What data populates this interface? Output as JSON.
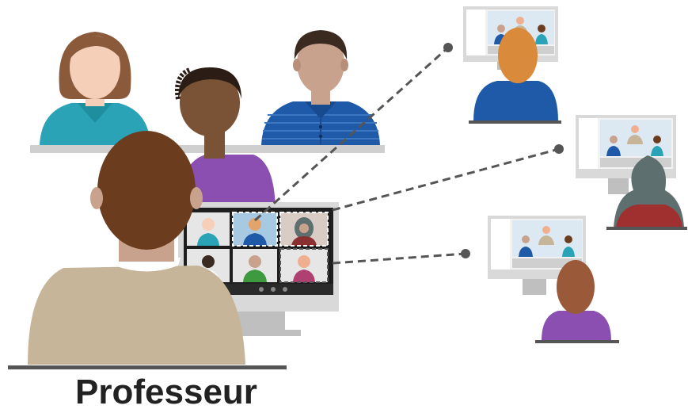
{
  "caption": "Professeur",
  "colors": {
    "skin_light": "#f5cfb8",
    "skin_medium": "#c9a28e",
    "skin_dark": "#7a5236",
    "hair_brown": "#6b3d1e",
    "hair_dark": "#3a2a20",
    "hair_orange": "#d98a3a",
    "shirt_teal": "#2aa3b6",
    "shirt_blue": "#1f5aa8",
    "shirt_purple": "#8a4fb0",
    "shirt_tan": "#c7b59a",
    "desk_gray": "#cfcfcf",
    "monitor_frame": "#d9d9d9",
    "screen_dark": "#1e1e1e",
    "dashed_line": "#555555"
  },
  "participants": {
    "in_room": [
      "woman-teal",
      "man-blue",
      "man-purple"
    ],
    "remote": [
      "student-orange-hair",
      "student-hijab",
      "student-purple"
    ]
  }
}
